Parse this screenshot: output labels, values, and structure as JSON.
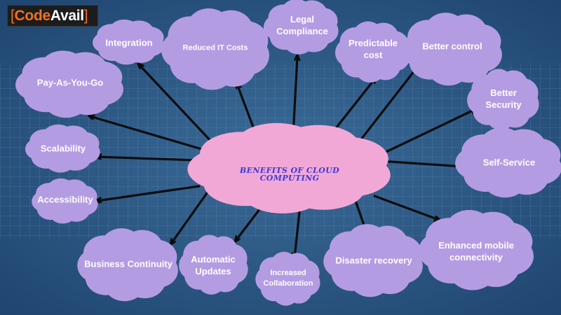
{
  "logo": {
    "bracket_open": "[",
    "part1": "Code",
    "part2": "Avail",
    "bracket_close": "]"
  },
  "center": {
    "line1": "BENEFITS OF CLOUD",
    "line2": "COMPUTING"
  },
  "benefits": {
    "integration": "Integration",
    "reduced_it_costs": "Reduced IT Costs",
    "legal_compliance": "Legal Compliance",
    "predictable_cost": "Predictable cost",
    "better_control": "Better control",
    "pay_as_you_go": "Pay-As-You-Go",
    "better_security": "Better Security",
    "scalability": "Scalability",
    "self_service": "Self-Service",
    "accessibility": "Accessibility",
    "enhanced_mobile": "Enhanced mobile connectivity",
    "business_continuity": "Business Continuity",
    "automatic_updates": "Automatic Updates",
    "increased_collaboration": "Increased Collaboration",
    "disaster_recovery": "Disaster recovery"
  },
  "colors": {
    "background": "#2f5a86",
    "cloud": "#b49ce3",
    "center_cloud": "#f2a8d6",
    "center_text": "#3a3ad8",
    "arrow": "#0c0c0c",
    "brand_orange": "#f4701f"
  }
}
